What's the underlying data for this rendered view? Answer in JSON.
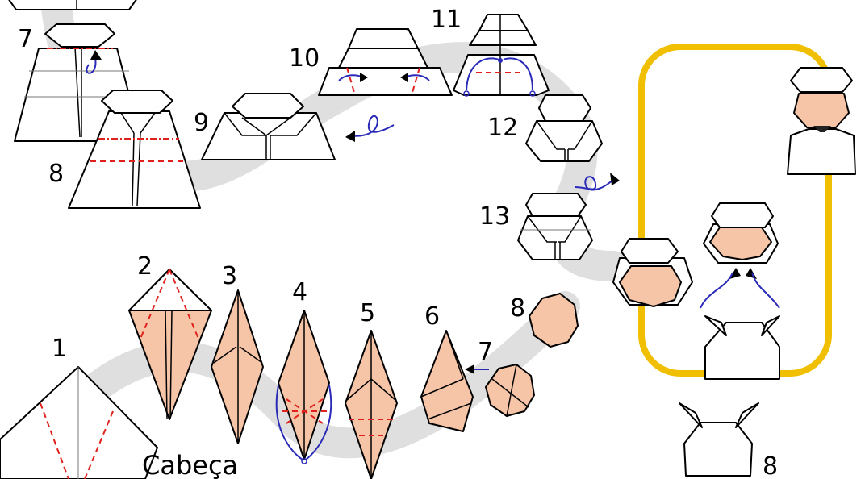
{
  "diagram": {
    "steps": {
      "s1": "1",
      "s2": "2",
      "s3": "3",
      "s4": "4",
      "s5": "5",
      "s6": "6",
      "s7a": "7",
      "s8a": "8",
      "s7b": "7",
      "s8b": "8",
      "s9": "9",
      "s10": "10",
      "s11": "11",
      "s12": "12",
      "s13": "13",
      "s8c": "8"
    },
    "section_label": "Cabeça",
    "colors": {
      "paper": "#ffffff",
      "skin": "#f6c4a6",
      "valley_fold": "#e0201c",
      "arrow": "#2a2ab8",
      "frame": "#f0c000",
      "path": "#d9d9d9"
    }
  }
}
